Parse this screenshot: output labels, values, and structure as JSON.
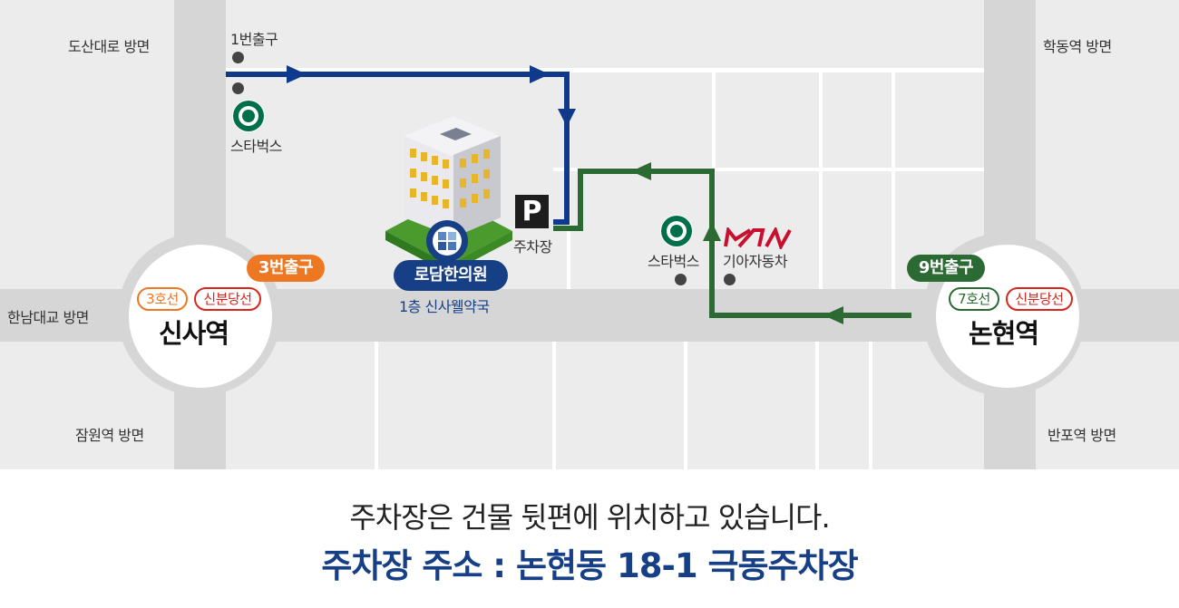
{
  "colors": {
    "blue_route": "#0f3a8c",
    "green_route": "#2c6a34",
    "orange_accent": "#ee7722",
    "red_accent": "#d9261c",
    "navy_caption": "#173f86",
    "road": "#d6d6d6",
    "background": "#ececec"
  },
  "directions": {
    "top_left": "도산대로 방면",
    "top_right": "학동역 방면",
    "middle_left": "한남대교 방면",
    "bottom_left": "잠원역 방면",
    "bottom_right": "반포역 방면"
  },
  "stations": {
    "sinsa": {
      "name": "신사역",
      "lines": [
        "3호선",
        "신분당선"
      ],
      "exit": "3번출구",
      "exit_color": "#ee7722"
    },
    "nonhyeon": {
      "name": "논현역",
      "lines": [
        "7호선",
        "신분당선"
      ],
      "exit": "9번출구",
      "exit_color": "#2c6a34"
    }
  },
  "landmarks": {
    "exit_1": "1번출구",
    "starbucks_1": "스타벅스",
    "starbucks_2": "스타벅스",
    "kia": "기아자동차",
    "parking_symbol": "P",
    "parking_label": "주차장",
    "clinic": "로담한의원",
    "pharmacy": "1층 신사웰약국"
  },
  "icons": [
    "starbucks-logo-icon",
    "kia-logo-icon",
    "parking-sign-icon",
    "clinic-logo-icon",
    "building-icon",
    "arrow-right-icon",
    "arrow-down-icon",
    "arrow-left-icon",
    "arrow-up-icon"
  ],
  "caption": {
    "line1": "주차장은 건물 뒷편에 위치하고 있습니다.",
    "line2": "주차장 주소 :  논현동 18-1 극동주차장"
  }
}
